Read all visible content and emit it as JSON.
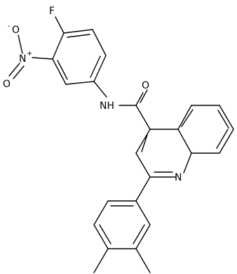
{
  "molecule": {
    "labels": {
      "fluorine": "F",
      "nitro_nitrogen": "N",
      "nitro_plus": "+",
      "nitro_oxygen_top": "O",
      "nitro_oxygen_top_charge": "-",
      "nitro_oxygen_bottom": "O",
      "amide_nh": "NH",
      "carbonyl_oxygen": "O",
      "quinoline_nitrogen": "N"
    }
  }
}
